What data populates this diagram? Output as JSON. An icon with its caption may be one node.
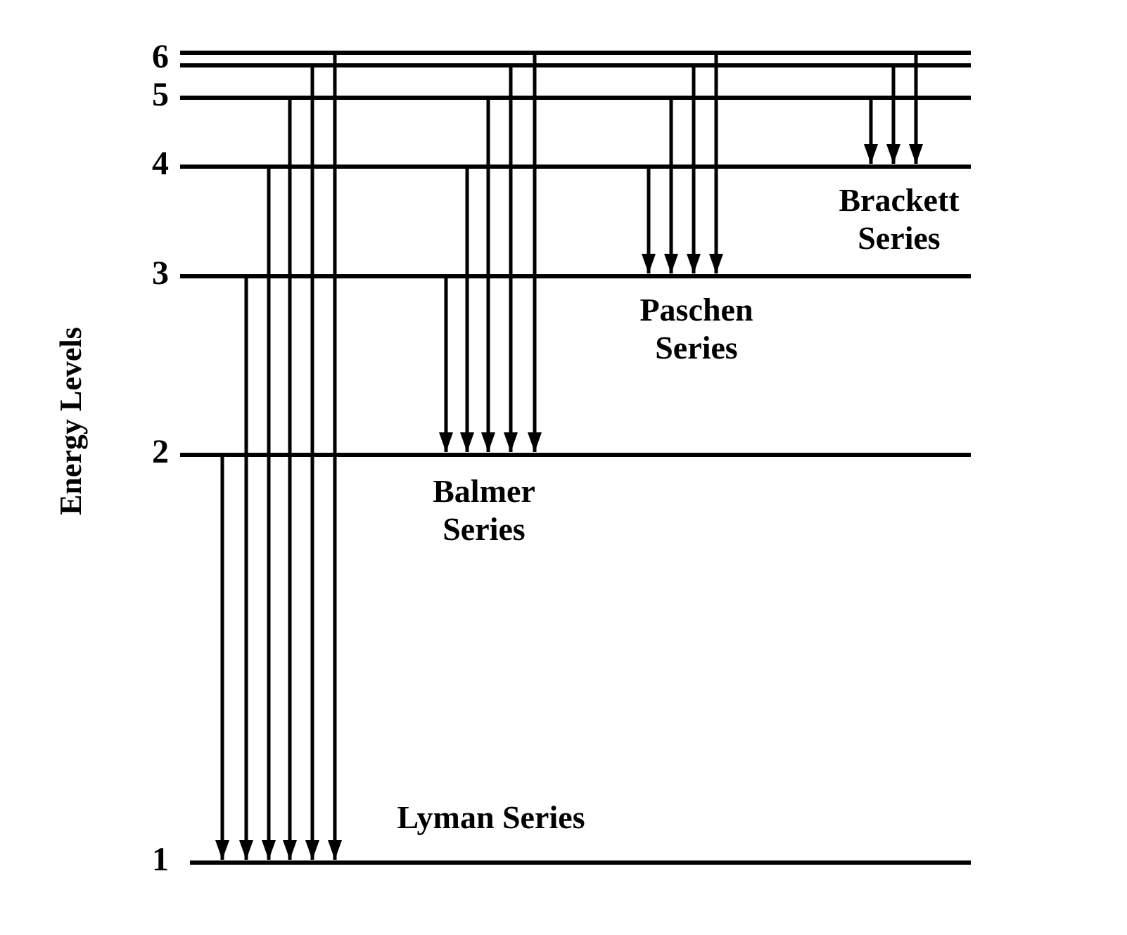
{
  "diagram": {
    "nodes": [
      {
        "text": [],
        "shape": "bar"
      },
      {
        "text": [
          "6"
        ]
      },
      {
        "text": [
          "5"
        ]
      },
      {
        "text": [
          "4"
        ]
      },
      {
        "text": [
          "3"
        ]
      },
      {
        "text": [
          "2"
        ]
      },
      {
        "text": [
          "1"
        ]
      }
    ],
    "edges": [
      {
        "from": 5,
        "to": 6,
        "arrow": "to"
      },
      {
        "from": 4,
        "to": 6,
        "arrow": "to"
      },
      {
        "from": 3,
        "to": 6,
        "arrow": "to"
      },
      {
        "from": 2,
        "to": 6,
        "arrow": "to"
      },
      {
        "from": 1,
        "to": 6,
        "arrow": "to"
      },
      {
        "from": 0,
        "to": 6,
        "arrow": "to"
      },
      {
        "from": 4,
        "to": 5,
        "arrow": "to"
      },
      {
        "from": 3,
        "to": 5,
        "arrow": "to"
      },
      {
        "from": 2,
        "to": 5,
        "arrow": "to"
      },
      {
        "from": 1,
        "to": 5,
        "arrow": "to"
      },
      {
        "from": 0,
        "to": 5,
        "arrow": "to"
      },
      {
        "from": 3,
        "to": 4,
        "arrow": "to"
      },
      {
        "from": 2,
        "to": 4,
        "arrow": "to"
      },
      {
        "from": 1,
        "to": 4,
        "arrow": "to"
      },
      {
        "from": 0,
        "to": 4,
        "arrow": "to"
      },
      {
        "from": 2,
        "to": 3,
        "arrow": "to"
      },
      {
        "from": 1,
        "to": 3,
        "arrow": "to"
      },
      {
        "from": 0,
        "to": 3,
        "arrow": "to"
      }
    ],
    "labels": [
      "Energy Levels",
      "Brackett Series",
      "Paschen Series",
      "Balmer Series",
      "Lyman Series"
    ]
  }
}
